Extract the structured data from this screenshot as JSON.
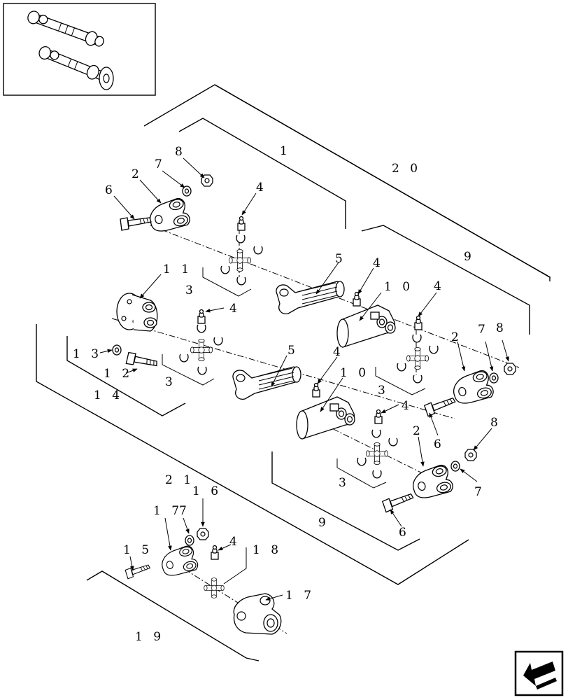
{
  "callouts": {
    "c1": "1",
    "c20": "2 0",
    "c9a": "9",
    "c9b": "9",
    "c4a": "4",
    "c4b": "4",
    "c4c": "4",
    "c4d": "4",
    "c4e": "4",
    "c4f": "4",
    "c4g": "4",
    "c5a": "5",
    "c5b": "5",
    "c2a": "2",
    "c2b": "2",
    "c2c": "2",
    "c6a": "6",
    "c6b": "6",
    "c6c": "6",
    "c7a": "7",
    "c7b": "7",
    "c7c": "7",
    "c7d": "7",
    "c8a": "8",
    "c8b": "8",
    "c8c": "8",
    "c10a": "1 0",
    "c10b": "1 0",
    "c11": "1 1",
    "c12": "1 2",
    "c13": "1 3",
    "c14": "1 4",
    "c3a": "3",
    "c3b": "3",
    "c3c": "3",
    "c3d": "3",
    "c21": "2 1",
    "c16": "1 6",
    "c17a": "1 7",
    "c17b": "1 7",
    "c18": "1 8",
    "c15": "1 5",
    "c19": "1 9"
  },
  "thumbnail": {
    "icon": "driveshaft-assembly-thumbnail"
  },
  "navigation": {
    "icon": "previous-page-arrow-icon"
  }
}
